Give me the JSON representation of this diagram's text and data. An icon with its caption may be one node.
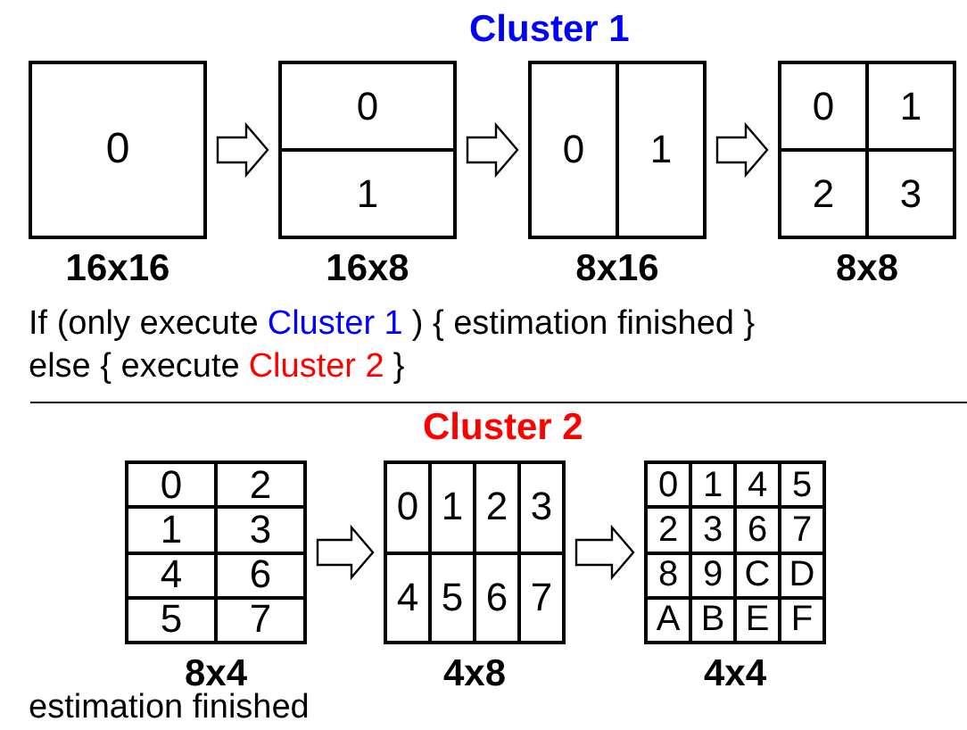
{
  "diagram": {
    "nodes": [
      {
        "text": [
          "0"
        ],
        "beside": [
          "16x16"
        ]
      },
      {
        "text": [
          "0",
          "1"
        ],
        "beside": [
          "16x8"
        ]
      },
      {
        "text": [
          "0",
          "1"
        ],
        "beside": [
          "8x16"
        ]
      },
      {
        "text": [
          "0",
          "1",
          "2",
          "3"
        ],
        "beside": [
          "8x8"
        ]
      },
      {
        "text": [
          "0",
          "2",
          "1",
          "3",
          "4",
          "6",
          "5",
          "7"
        ],
        "beside": [
          "8x4"
        ]
      },
      {
        "text": [
          "0",
          "1",
          "2",
          "3",
          "4",
          "5",
          "6",
          "7"
        ],
        "beside": [
          "4x8"
        ]
      },
      {
        "text": [
          "0",
          "1",
          "4",
          "5",
          "2",
          "3",
          "6",
          "7",
          "8",
          "9",
          "C",
          "D",
          "A",
          "B",
          "E",
          "F"
        ],
        "beside": [
          "4x4"
        ]
      }
    ],
    "edges": [
      {
        "from": 0,
        "to": 1,
        "arrow": "to"
      },
      {
        "from": 1,
        "to": 2,
        "arrow": "to"
      },
      {
        "from": 2,
        "to": 3,
        "arrow": "to"
      },
      {
        "from": 4,
        "to": 5,
        "arrow": "to"
      },
      {
        "from": 5,
        "to": 6,
        "arrow": "to"
      }
    ],
    "labels": [
      "Cluster 1",
      "If (only execute",
      "Cluster 1",
      ") { estimation finished }",
      "else { execute",
      "Cluster 2",
      "}",
      "Cluster 2",
      "estimation finished"
    ]
  }
}
